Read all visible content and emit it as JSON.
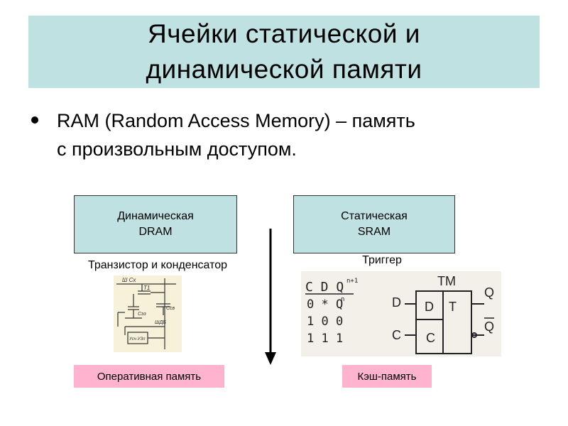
{
  "title": {
    "line1": "Ячейки статической и",
    "line2": "динамической  памяти"
  },
  "bullet": {
    "line1": "RAM (Random Access Memory) – память",
    "line2": "с произвольным доступом."
  },
  "dram": {
    "box_line1": "Динамическая",
    "box_line2": "DRAM",
    "caption": "Транзистор и конденсатор",
    "tag": "Оперативная память",
    "figure_labels": {
      "bitline": "Ш Сх",
      "transistor": "T1",
      "cap_main": "Cсв",
      "cap_storage": "Cэз",
      "wordline": "ШДБ",
      "amp": "Усч-УЗп"
    }
  },
  "sram": {
    "box_line1": "Статическая",
    "box_line2": "SRAM",
    "caption": "Триггер",
    "tag": "Кэш-память",
    "figure_labels": {
      "truth_header": "C D Q",
      "truth_header_sup": "n+1",
      "row1": "0 * Q",
      "row1_sup": "n",
      "row2": "1 0 0",
      "row3": "1 1 1",
      "block_title": "TM",
      "pin_d": "D",
      "pin_c": "C",
      "inner_d": "D",
      "inner_t": "T",
      "inner_c": "C",
      "out_q": "Q",
      "out_qbar": "Q"
    }
  },
  "colors": {
    "band": "#bfe1e2",
    "tag": "#ffb3cf"
  }
}
